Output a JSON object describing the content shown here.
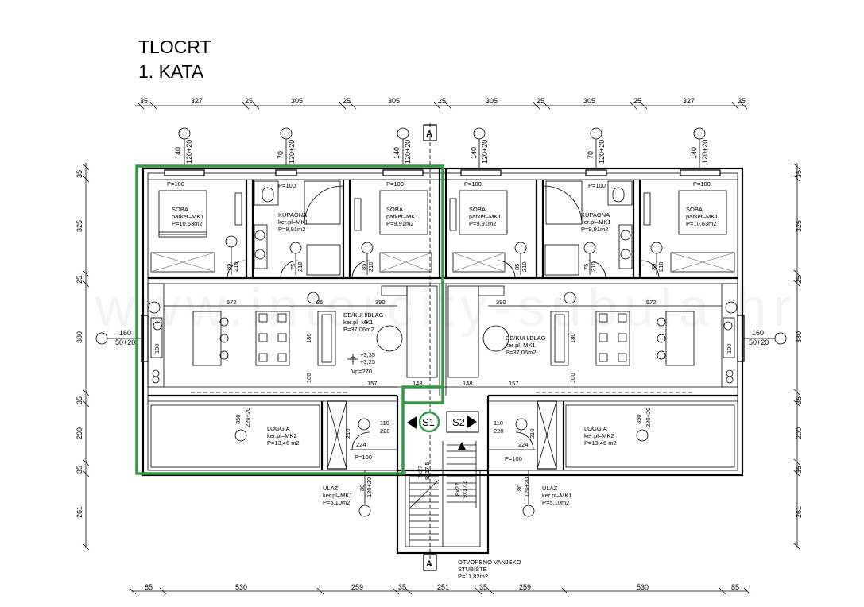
{
  "title": {
    "line1": "TLOCRT",
    "line2": "1. KATA"
  },
  "watermark": "www.intercity-subula.hr",
  "dims_top": [
    "35",
    "327",
    "25",
    "305",
    "25",
    "305",
    "25",
    "305",
    "25",
    "305",
    "25",
    "327",
    "35"
  ],
  "dims_bottom": [
    "85",
    "530",
    "259",
    "35",
    "251",
    "35",
    "259",
    "530",
    "85"
  ],
  "dims_left": [
    "35",
    "325",
    "25",
    "380",
    "35",
    "200",
    "35",
    "261"
  ],
  "dims_right": [
    "35",
    "325",
    "25",
    "380",
    "35",
    "200",
    "35",
    "261"
  ],
  "windows_top": [
    {
      "a": "140",
      "b": "120+20"
    },
    {
      "a": "70",
      "b": "120+20"
    },
    {
      "a": "140",
      "b": "120+20"
    },
    {
      "a": "140",
      "b": "120+20"
    },
    {
      "a": "70",
      "b": "120+20"
    },
    {
      "a": "140",
      "b": "120+20"
    }
  ],
  "side_windows": {
    "left": {
      "a": "160",
      "b": "50+20"
    },
    "right": {
      "a": "160",
      "b": "50+20"
    }
  },
  "rooms": {
    "soba1": {
      "name": "SOBA",
      "floor": "parket–MK1",
      "area": "P=10,63m2",
      "p": "P=100"
    },
    "kupaona1": {
      "name": "KUPAONA",
      "floor": "ker.pl–MK1",
      "area": "P=9,91m2",
      "p": "P=100"
    },
    "soba2": {
      "name": "SOBA",
      "floor": "parket–MK1",
      "area": "P=9,91m2",
      "p": "P=100"
    },
    "soba3": {
      "name": "SOBA",
      "floor": "parket–MK1",
      "area": "P=9,91m2",
      "p": "P=100"
    },
    "kupaona2": {
      "name": "KUPAONA",
      "floor": "ker.pl–MK1",
      "area": "P=9,91m2",
      "p": "P=100"
    },
    "soba4": {
      "name": "SOBA",
      "floor": "parket–MK1",
      "area": "P=10,63m2",
      "p": "P=100"
    },
    "dnevni1": {
      "name": "DB/KUH/BLAG",
      "floor": "ker.pl–MK1",
      "area": "P=37,06m2"
    },
    "dnevni2": {
      "name": "DB/KUH/BLAG",
      "floor": "ker.pl–MK1",
      "area": "P=37,06m2"
    },
    "loggia1": {
      "name": "LOGGIA",
      "floor": "ker.pl–MK2",
      "area": "P=13,46  m2"
    },
    "loggia2": {
      "name": "LOGGIA",
      "floor": "ker.pl–MK2",
      "area": "P=13,46  m2"
    },
    "ulaz1": {
      "name": "ULAZ",
      "floor": "ker.pl–MK1",
      "area": "P=5,10m2",
      "p": "P=100"
    },
    "ulaz2": {
      "name": "ULAZ",
      "floor": "ker.pl–MK1",
      "area": "P=5,10m2",
      "p": "P=100"
    },
    "stubiste": {
      "name": "OTVORENO VANJSKO",
      "name2": "STUBIŠTE",
      "area": "P=11,82m2"
    }
  },
  "levels": {
    "a": "+3,35",
    "b": "+3,25",
    "vp": "Vp=270"
  },
  "door_labels": {
    "d85": "85",
    "d210": "210",
    "d75": "75",
    "d100": "100",
    "d180": "180"
  },
  "inner_dims": {
    "w572": "572",
    "w390": "390",
    "w25": "25",
    "w157": "157",
    "w148": "148",
    "w110": "110",
    "w220": "220",
    "w224": "224",
    "w350": "350",
    "w220b": "220+20",
    "w80": "80",
    "w120": "120+20",
    "w210": "210"
  },
  "stairs": {
    "s1": "7x27",
    "s1b": "8x17,5",
    "s2": "8x27",
    "s2b": "9x17,6"
  },
  "section_marks": {
    "s1": "S1",
    "s2": "S2",
    "a": "A"
  },
  "colors": {
    "highlight": "#2e9b3e",
    "line": "#000000"
  }
}
